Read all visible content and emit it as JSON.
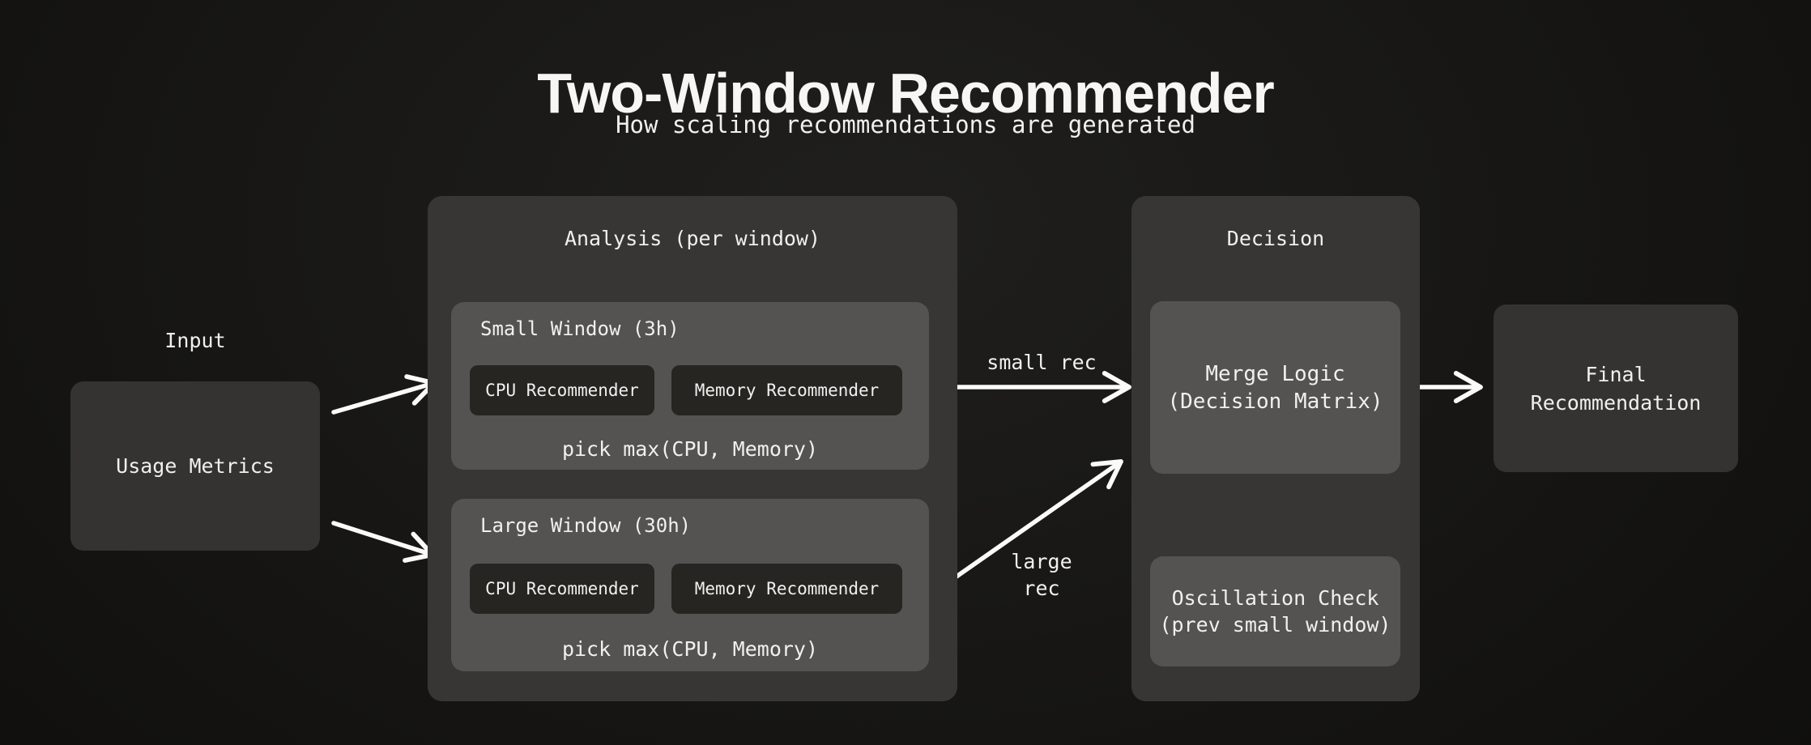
{
  "header": {
    "title": "Two-Window Recommender",
    "subtitle": "How scaling recommendations are generated"
  },
  "input_stage": {
    "label": "Input",
    "node": "Usage Metrics"
  },
  "analysis_stage": {
    "title": "Analysis (per window)",
    "windows": [
      {
        "title": "Small Window (3h)",
        "cpu_label": "CPU Recommender",
        "memory_label": "Memory Recommender",
        "pick_label": "pick max(CPU, Memory)"
      },
      {
        "title": "Large Window (30h)",
        "cpu_label": "CPU Recommender",
        "memory_label": "Memory Recommender",
        "pick_label": "pick max(CPU, Memory)"
      }
    ]
  },
  "edges": {
    "small_rec_label": "small rec",
    "large_rec_label": "large rec"
  },
  "decision_stage": {
    "title": "Decision",
    "merge_label": "Merge Logic (Decision Matrix)",
    "oscillation_label": "Oscillation Check (prev small window)"
  },
  "output_stage": {
    "node": "Final Recommendation"
  },
  "colors": {
    "page-bg-edge": "#0f0e0d",
    "page-bg-mid": "#171614",
    "page-bg-center": "#201f1d",
    "container-bg": "#373634",
    "io-box-bg": "#343331",
    "window-bg": "#555351",
    "chip-bg": "#262521",
    "text": "#f1f0ee",
    "arrow": "#fafaf8"
  }
}
